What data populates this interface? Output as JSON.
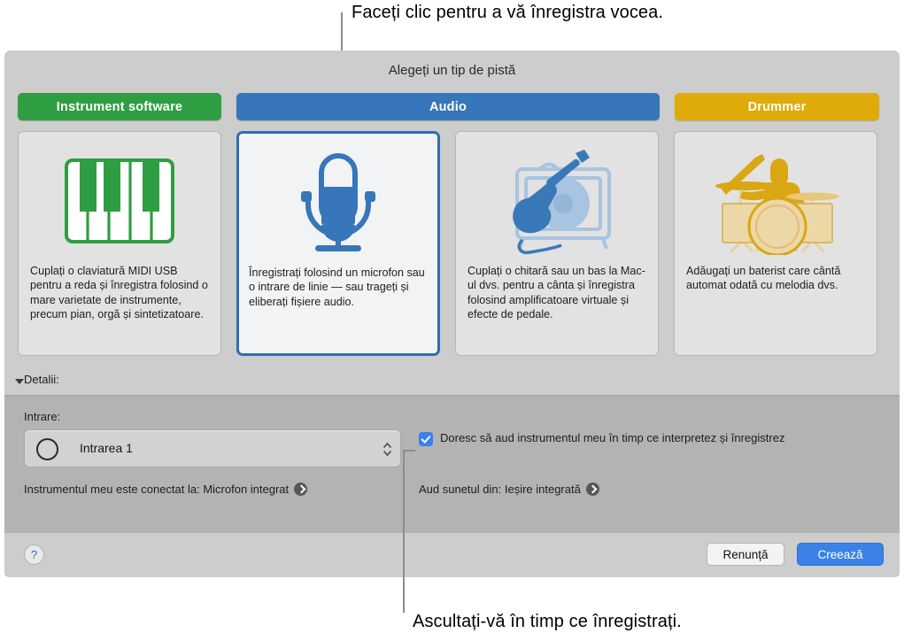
{
  "callouts": {
    "top": "Faceți clic pentru a vă înregistra vocea.",
    "bottom": "Ascultați-vă în timp ce înregistrați."
  },
  "dialog": {
    "title": "Alegeți un tip de pistă",
    "categories": [
      {
        "label": "Instrument software",
        "color": "#2f9e42"
      },
      {
        "label": "Audio",
        "color": "#3776b8"
      },
      {
        "label": "Drummer",
        "color": "#deab0a"
      }
    ],
    "cards": [
      {
        "icon": "piano-keyboard-icon",
        "description": "Cuplați o claviatură MIDI USB pentru a reda și înregistra folosind o mare varietate de instrumente, precum pian, orgă și sintetizatoare.",
        "selected": false
      },
      {
        "icon": "microphone-icon",
        "description": "Înregistrați folosind un microfon sau o intrare de linie — sau trageți și eliberați fișiere audio.",
        "selected": true
      },
      {
        "icon": "guitar-amp-icon",
        "description": "Cuplați o chitară sau un bas la Mac-ul dvs. pentru a cânta și înregistra folosind amplificatoare virtuale și efecte de pedale.",
        "selected": false
      },
      {
        "icon": "drummer-icon",
        "description": "Adăugați un baterist care cântă automat odată cu melodia dvs.",
        "selected": false
      }
    ],
    "details": {
      "disclosure_label": "Detalii:",
      "input_label": "Intrare:",
      "input_value": "Intrarea 1",
      "input_icon": "mono-input-circle-icon",
      "connected_to": "Instrumentul meu este conectat la: Microfon integrat",
      "monitor_checkbox_label": "Doresc să aud instrumentul meu în timp ce interpretez și înregistrez",
      "monitor_checked": true,
      "hear_sound_from": "Aud sunetul din: Ieșire integrată"
    },
    "footer": {
      "help_label": "?",
      "cancel_label": "Renunță",
      "create_label": "Creează",
      "create_color": "#3b82e8"
    }
  }
}
